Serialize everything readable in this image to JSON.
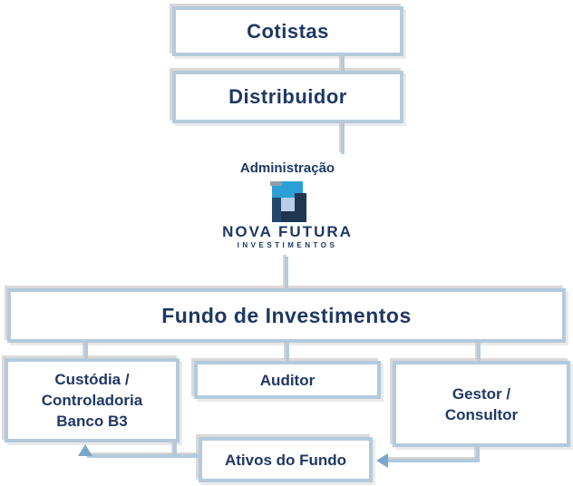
{
  "palette": {
    "border_blue": "#b3cadd",
    "text_navy": "#1f3864",
    "shadow_gray": "#c7c3c3",
    "arrow_blue": "#7aa8cc",
    "logo_cyan": "#2b9fd6",
    "logo_gray": "#8d9dab",
    "logo_darkblue": "#24486b",
    "logo_pale": "#b7cfe6",
    "logo_navy": "#1f3750"
  },
  "nodes": {
    "cotistas": {
      "label": "Cotistas"
    },
    "distribuidor": {
      "label": "Distribuidor"
    },
    "administracao_label": "Administração",
    "logo": {
      "name": "NOVA FUTURA",
      "tagline": "INVESTIMENTOS"
    },
    "fundo": {
      "label": "Fundo de Investimentos"
    },
    "custodia": {
      "line1": "Custódia /",
      "line2": "Controladoria",
      "line3": "Banco B3"
    },
    "auditor": {
      "label": "Auditor"
    },
    "gestor": {
      "line1": "Gestor /",
      "line2": "Consultor"
    },
    "ativos": {
      "label": "Ativos do Fundo"
    }
  }
}
